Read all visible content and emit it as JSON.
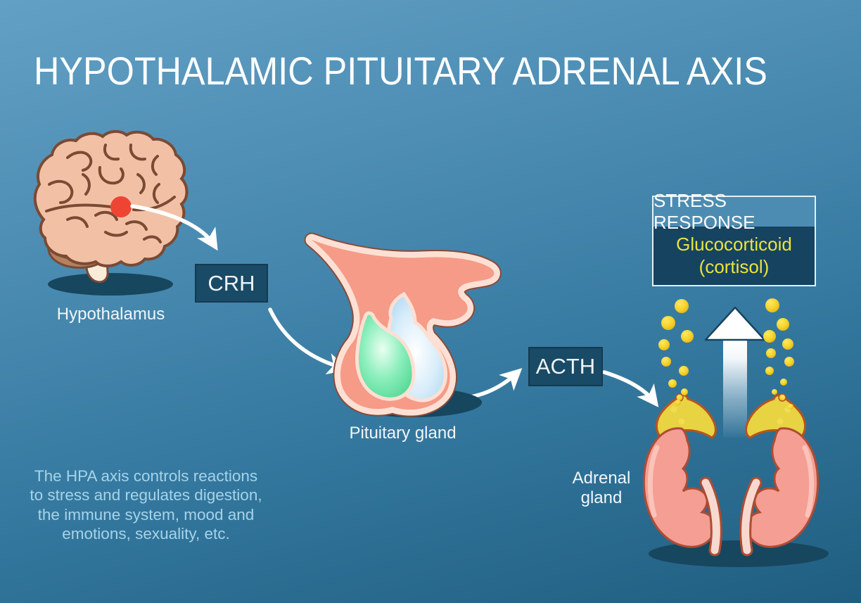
{
  "title": "HYPOTHALAMIC PITUITARY ADRENAL AXIS",
  "hypothalamus": {
    "label": "Hypothalamus",
    "hormone": "CRH"
  },
  "pituitary": {
    "label": "Pituitary gland",
    "hormone": "ACTH"
  },
  "adrenal": {
    "label_lines": [
      "Adrenal",
      "gland"
    ]
  },
  "stress_response": {
    "header": "STRESS RESPONSE",
    "hormone_lines": [
      "Glucocorticoid",
      "(cortisol)"
    ]
  },
  "description": {
    "lines": [
      "The HPA axis controls reactions",
      "to stress and regulates digestion,",
      "the immune system, mood and",
      "emotions, sexuality, etc."
    ]
  },
  "icons": {
    "flow_arrows": "curved-white-arrow",
    "cortisol_release": "up-arrow",
    "hormone_particles": "yellow-dots"
  },
  "colors": {
    "background_top": "#63a0c5",
    "background_bottom": "#1f5e80",
    "hormone_box_dark": "#194a66",
    "stress_header_blue": "#4d8cb2",
    "stress_body_dark": "#164360",
    "hormone_text_yellow": "#e9e43e",
    "description_text_blue": "#a6d3e8",
    "label_white": "#f0f6f9",
    "brain_fill": "#f2c1a5",
    "brain_outline": "#7a4a34",
    "hypothalamus_red_dot": "#ee4434",
    "pituitary_salmon": "#f59b88",
    "pituitary_pink_border": "#fde0d3",
    "anterior_lobe_green": "#4fd591",
    "posterior_lobe_blue": "#a8d4f0",
    "kidney_fill": "#f59e94",
    "kidney_outline": "#ae4c33",
    "adrenal_cap_yellow": "#e8d343",
    "adrenal_cap_outline": "#b5541f",
    "dot_yellow": "#edc51d",
    "shadow_dark": "#17465f",
    "arrow_white": "#ffffff"
  }
}
